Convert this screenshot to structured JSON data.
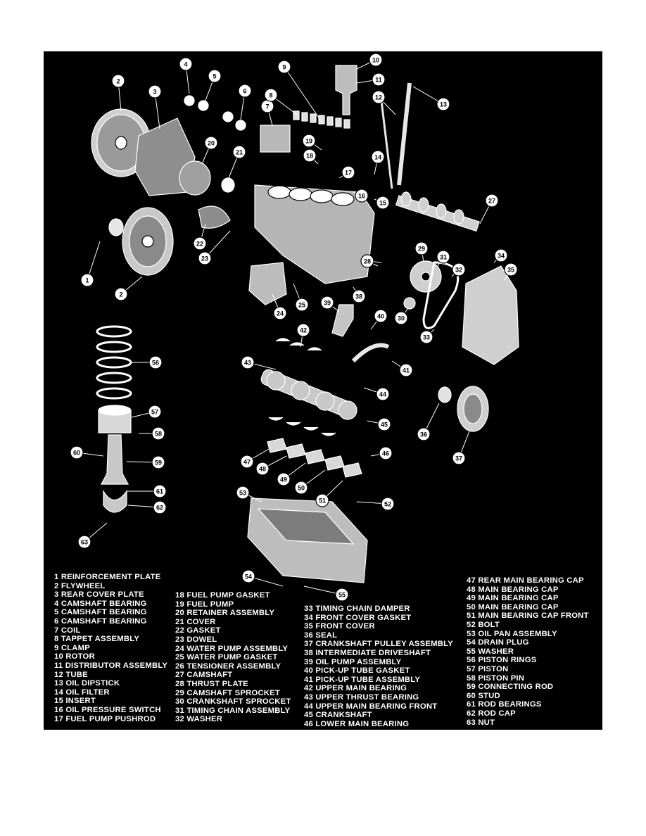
{
  "diagram": {
    "parts": [
      {
        "n": "1",
        "name": "REINFORCEMENT PLATE"
      },
      {
        "n": "2",
        "name": "FLYWHEEL"
      },
      {
        "n": "3",
        "name": "REAR COVER PLATE"
      },
      {
        "n": "4",
        "name": "CAMSHAFT BEARING"
      },
      {
        "n": "5",
        "name": "CAMSHAFT BEARING"
      },
      {
        "n": "6",
        "name": "CAMSHAFT BEARING"
      },
      {
        "n": "7",
        "name": "COIL"
      },
      {
        "n": "8",
        "name": "TAPPET ASSEMBLY"
      },
      {
        "n": "9",
        "name": "CLAMP"
      },
      {
        "n": "10",
        "name": "ROTOR"
      },
      {
        "n": "11",
        "name": "DISTRIBUTOR ASSEMBLY"
      },
      {
        "n": "12",
        "name": "TUBE"
      },
      {
        "n": "13",
        "name": "OIL DIPSTICK"
      },
      {
        "n": "14",
        "name": "OIL FILTER"
      },
      {
        "n": "15",
        "name": "INSERT"
      },
      {
        "n": "16",
        "name": "OIL PRESSURE SWITCH"
      },
      {
        "n": "17",
        "name": "FUEL PUMP PUSHROD"
      },
      {
        "n": "18",
        "name": "FUEL PUMP GASKET"
      },
      {
        "n": "19",
        "name": "FUEL PUMP"
      },
      {
        "n": "20",
        "name": "RETAINER ASSEMBLY"
      },
      {
        "n": "21",
        "name": "COVER"
      },
      {
        "n": "22",
        "name": "GASKET"
      },
      {
        "n": "23",
        "name": "DOWEL"
      },
      {
        "n": "24",
        "name": "WATER PUMP ASSEMBLY"
      },
      {
        "n": "25",
        "name": "WATER PUMP GASKET"
      },
      {
        "n": "26",
        "name": "TENSIONER ASSEMBLY"
      },
      {
        "n": "27",
        "name": "CAMSHAFT"
      },
      {
        "n": "28",
        "name": "THRUST PLATE"
      },
      {
        "n": "29",
        "name": "CAMSHAFT SPROCKET"
      },
      {
        "n": "30",
        "name": "CRANKSHAFT SPROCKET"
      },
      {
        "n": "31",
        "name": "TIMING CHAIN ASSEMBLY"
      },
      {
        "n": "32",
        "name": "WASHER"
      },
      {
        "n": "33",
        "name": "TIMING CHAIN DAMPER"
      },
      {
        "n": "34",
        "name": "FRONT COVER GASKET"
      },
      {
        "n": "35",
        "name": "FRONT COVER"
      },
      {
        "n": "36",
        "name": "SEAL"
      },
      {
        "n": "37",
        "name": "CRANKSHAFT PULLEY ASSEMBLY"
      },
      {
        "n": "38",
        "name": "INTERMEDIATE DRIVESHAFT"
      },
      {
        "n": "39",
        "name": "OIL PUMP ASSEMBLY"
      },
      {
        "n": "40",
        "name": "PICK-UP TUBE GASKET"
      },
      {
        "n": "41",
        "name": "PICK-UP TUBE ASSEMBLY"
      },
      {
        "n": "42",
        "name": "UPPER MAIN BEARING"
      },
      {
        "n": "43",
        "name": "UPPER THRUST BEARING"
      },
      {
        "n": "44",
        "name": "UPPER MAIN BEARING FRONT"
      },
      {
        "n": "45",
        "name": "CRANKSHAFT"
      },
      {
        "n": "46",
        "name": "LOWER MAIN BEARING"
      },
      {
        "n": "47",
        "name": "REAR MAIN BEARING CAP"
      },
      {
        "n": "48",
        "name": "MAIN BEARING CAP"
      },
      {
        "n": "49",
        "name": "MAIN BEARING CAP"
      },
      {
        "n": "50",
        "name": "MAIN BEARING CAP"
      },
      {
        "n": "51",
        "name": "MAIN BEARING CAP FRONT"
      },
      {
        "n": "52",
        "name": "BOLT"
      },
      {
        "n": "53",
        "name": "OIL PAN ASSEMBLY"
      },
      {
        "n": "54",
        "name": "DRAIN PLUG"
      },
      {
        "n": "55",
        "name": "WASHER"
      },
      {
        "n": "56",
        "name": "PISTON RINGS"
      },
      {
        "n": "57",
        "name": "PISTON"
      },
      {
        "n": "58",
        "name": "PISTON PIN"
      },
      {
        "n": "59",
        "name": "CONNECTING ROD"
      },
      {
        "n": "60",
        "name": "STUD"
      },
      {
        "n": "61",
        "name": "ROD BEARINGS"
      },
      {
        "n": "62",
        "name": "ROD CAP"
      },
      {
        "n": "63",
        "name": "NUT"
      }
    ],
    "colors": {
      "background": "#000000",
      "lines": "#ffffff",
      "parts": "#d8d8d8",
      "text": "#ffffff"
    }
  }
}
